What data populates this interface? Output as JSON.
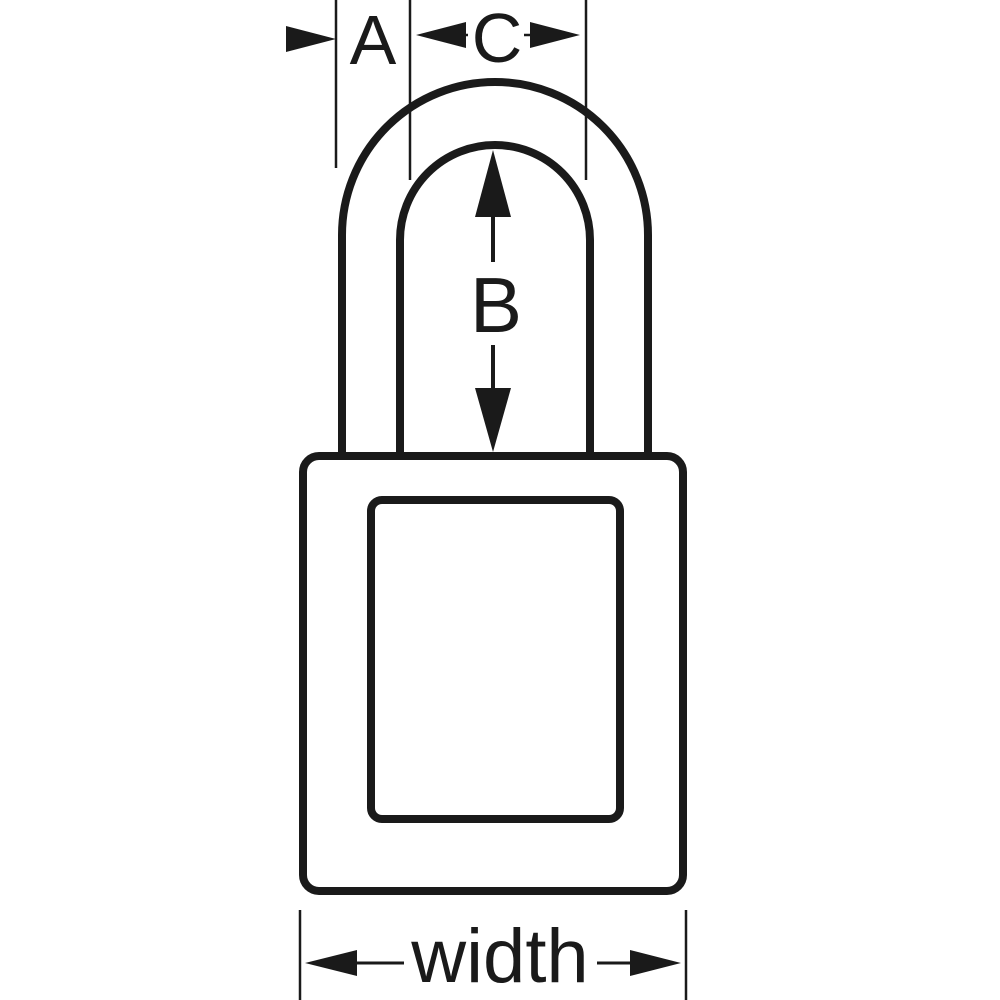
{
  "diagram": {
    "ink_color": "#1a1a1a",
    "background": "#ffffff",
    "labels": {
      "a": "A",
      "b": "B",
      "c": "C",
      "width": "width"
    }
  }
}
